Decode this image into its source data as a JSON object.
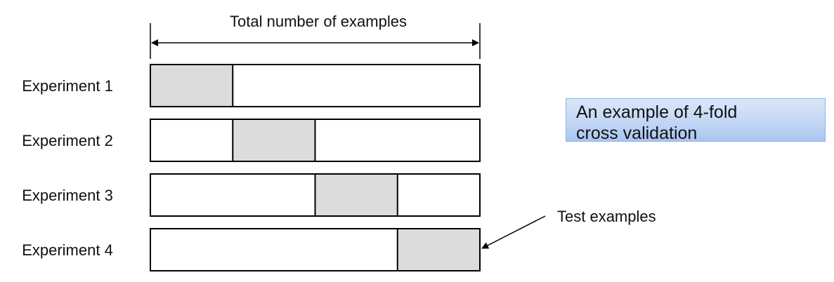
{
  "diagram": {
    "top_label": "Total number of examples",
    "folds": 4,
    "experiments": [
      {
        "label": "Experiment 1",
        "test_fold": 1
      },
      {
        "label": "Experiment 2",
        "test_fold": 2
      },
      {
        "label": "Experiment 3",
        "test_fold": 3
      },
      {
        "label": "Experiment 4",
        "test_fold": 4
      }
    ],
    "test_label": "Test examples",
    "colors": {
      "test_fold_fill": "#dcdcdc",
      "train_fill": "#ffffff",
      "stroke": "#000000"
    }
  },
  "callout": {
    "line1": "An example of 4-fold",
    "line2": "cross validation",
    "colors": {
      "fill": "#c2d7f4",
      "border": "#8db3e2"
    }
  }
}
